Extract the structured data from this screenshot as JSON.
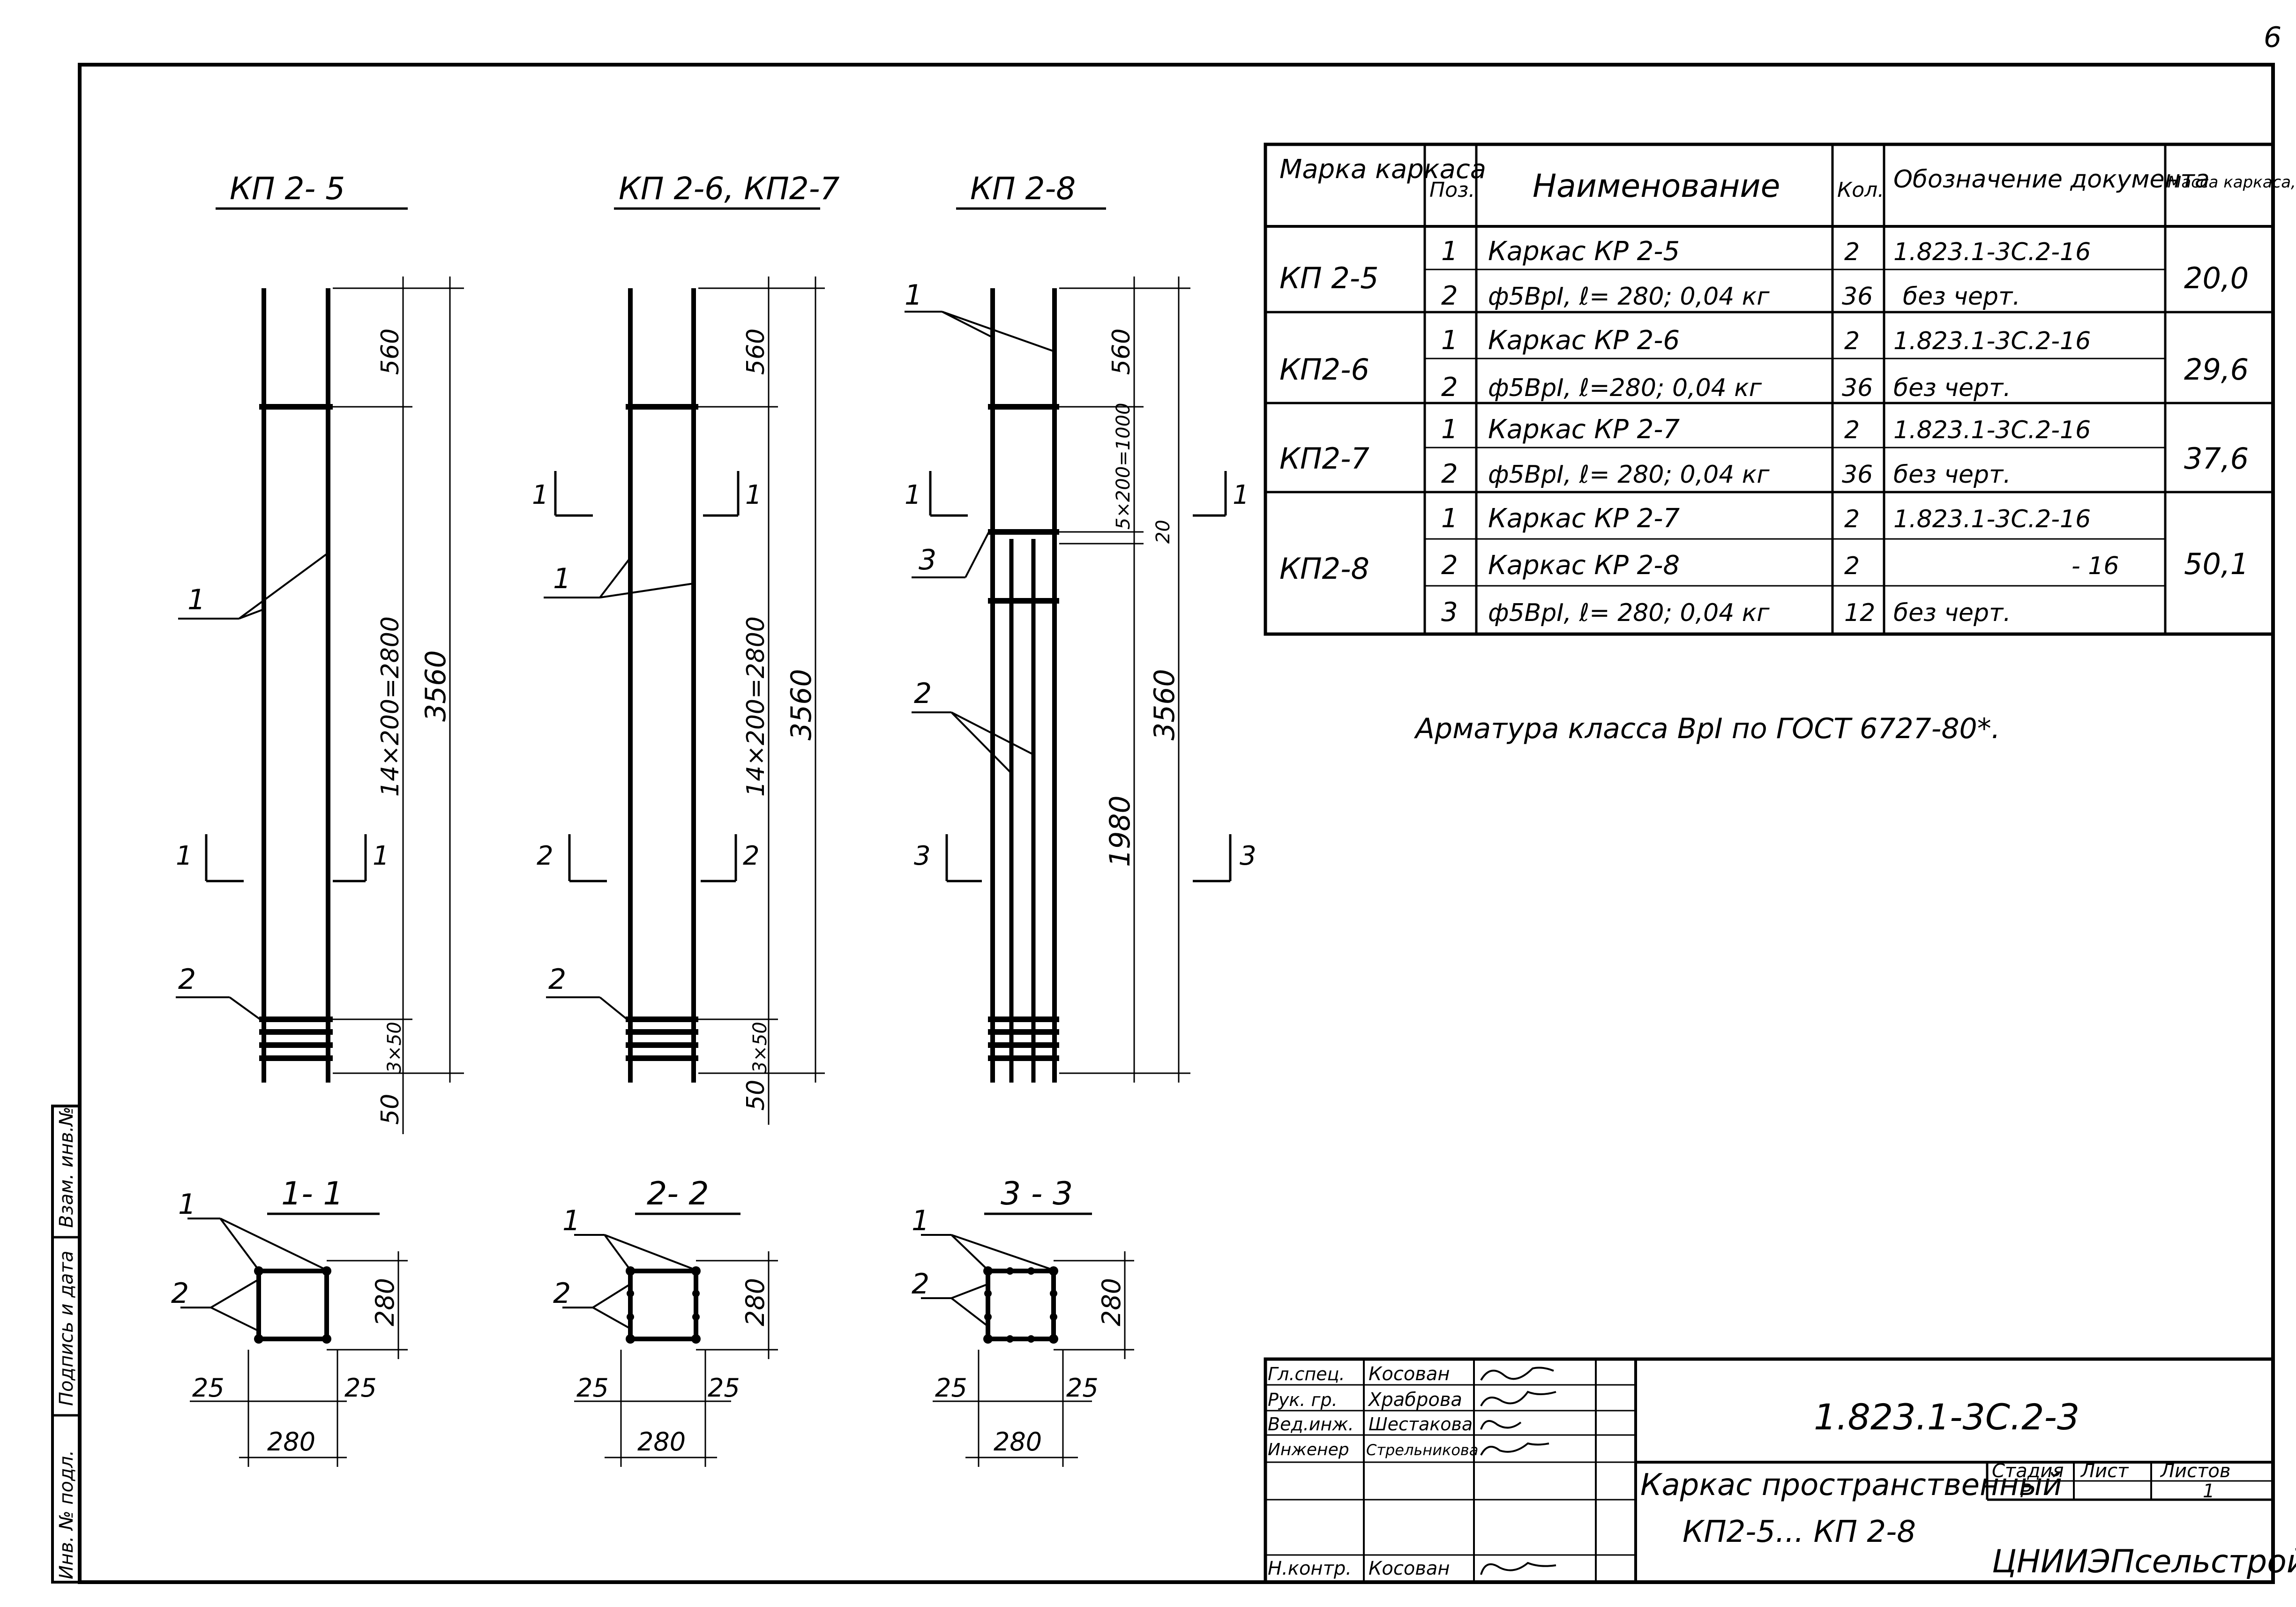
{
  "page_number": "6",
  "views": {
    "kp25": {
      "title": "КП 2- 5"
    },
    "kp267": {
      "title": "КП 2-6, КП2-7"
    },
    "kp28": {
      "title": "КП 2-8"
    }
  },
  "dims": {
    "top": "560",
    "span": "14×200=2800",
    "total": "3560",
    "bottom_group": "3×50",
    "bottom": "50",
    "kp28_step": "5×200=1000",
    "kp28_gap": "20",
    "kp28_lower": "1980",
    "section_size": "280",
    "section_offset": "25"
  },
  "markers": {
    "p1": "1",
    "p2": "2",
    "p3": "3",
    "c1": "1",
    "c2": "2",
    "c3": "3"
  },
  "sections": {
    "s11": "1- 1",
    "s22": "2- 2",
    "s33": "3 - 3"
  },
  "spec_table": {
    "headers": {
      "mark": "Марка каркаса",
      "pos": "Поз.",
      "name": "Наименование",
      "qty": "Кол.",
      "doc": "Обозначение документа",
      "mass": "Масса каркаса,кг"
    },
    "groups": [
      {
        "mark": "КП 2-5",
        "mass": "20,0",
        "rows": [
          {
            "pos": "1",
            "name": "Каркас КР 2-5",
            "qty": "2",
            "doc": "1.823.1-3С.2-16"
          },
          {
            "pos": "2",
            "name": "ф5ВрI, ℓ= 280; 0,04 кг",
            "qty": "36",
            "doc": "без черт."
          }
        ]
      },
      {
        "mark": "КП2-6",
        "mass": "29,6",
        "rows": [
          {
            "pos": "1",
            "name": "Каркас КР 2-6",
            "qty": "2",
            "doc": "1.823.1-3С.2-16"
          },
          {
            "pos": "2",
            "name": "ф5ВрI, ℓ=280; 0,04 кг",
            "qty": "36",
            "doc": "без черт."
          }
        ]
      },
      {
        "mark": "КП2-7",
        "mass": "37,6",
        "rows": [
          {
            "pos": "1",
            "name": "Каркас КР 2-7",
            "qty": "2",
            "doc": "1.823.1-3С.2-16"
          },
          {
            "pos": "2",
            "name": "ф5ВрI, ℓ= 280; 0,04 кг",
            "qty": "36",
            "doc": "без черт."
          }
        ]
      },
      {
        "mark": "КП2-8",
        "mass": "50,1",
        "rows": [
          {
            "pos": "1",
            "name": "Каркас КР 2-7",
            "qty": "2",
            "doc": "1.823.1-3С.2-16"
          },
          {
            "pos": "2",
            "name": "Каркас КР 2-8",
            "qty": "2",
            "doc": "- 16"
          },
          {
            "pos": "3",
            "name": "ф5ВрI, ℓ= 280; 0,04 кг",
            "qty": "12",
            "doc": "без черт."
          }
        ]
      }
    ]
  },
  "note": "Арматура класса ВрI по ГОСТ 6727-80*.",
  "title_block": {
    "roles": [
      "Гл.спец.",
      "Рук. гр.",
      "Вед.инж.",
      "Инженер",
      "",
      "",
      "Н.контр."
    ],
    "names": [
      "Косован",
      "Храброва",
      "Шестакова",
      "Стрельникова",
      "",
      "",
      "Косован"
    ],
    "doc_code": "1.823.1-3С.2-3",
    "title_line1": "Каркас пространственный",
    "title_line2": "КП2-5... КП 2-8",
    "stage_label": "Стадия",
    "sheet_label": "Лист",
    "sheets_label": "Листов",
    "stage": "Р",
    "sheets": "1",
    "org": "ЦНИИЭПсельстрой"
  },
  "side_stamp": [
    "Инв. № подл.",
    "Подпись и дата",
    "Взам. инв.№"
  ]
}
